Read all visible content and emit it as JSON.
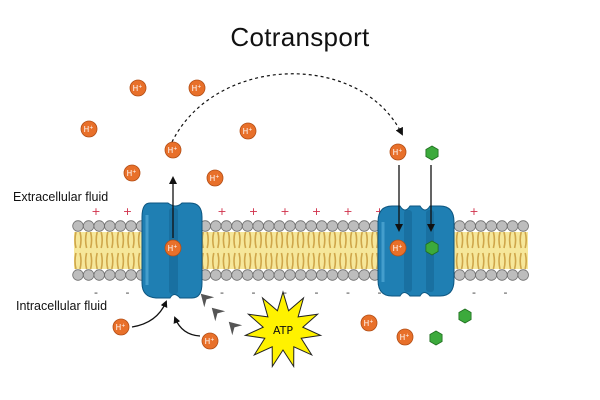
{
  "diagram": {
    "title": "Cotransport",
    "extracellular_label": "Extracellular fluid",
    "intracellular_label": "Intracellular fluid",
    "ion_label": "H+",
    "energy_label": "ATP",
    "outside_charge": "+",
    "inside_charge": "-",
    "colors": {
      "proton": "#e8702a",
      "proton_stroke": "#b24e16",
      "solute": "#3caa3c",
      "solute_stroke": "#1f6e1f",
      "protein": "#1f7fb3",
      "protein_dark": "#0d5680",
      "phospholipid_head": "#bdbdbd",
      "phospholipid_head_stroke": "#6e6e6e",
      "lipid_tail": "#cfa64a",
      "membrane_core": "#f6e79a",
      "atp_star": "#fff200",
      "charge_plus": "#d0304a",
      "arrow": "#111111",
      "gray_arrow": "#555555"
    }
  }
}
